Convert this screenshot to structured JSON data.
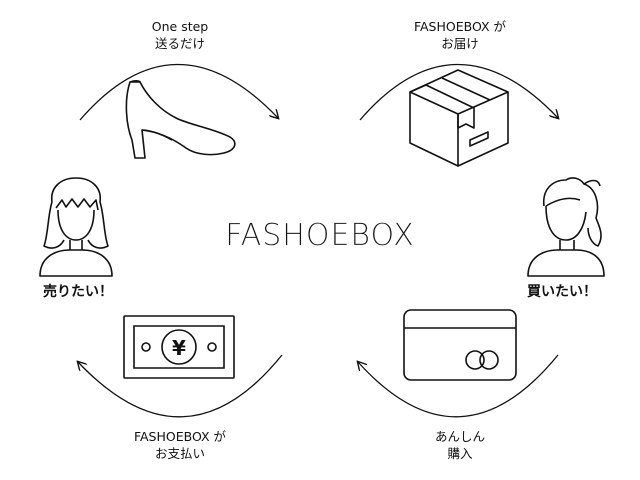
{
  "center": {
    "title": "FASHOEBOX"
  },
  "steps": {
    "send": {
      "line1": "One step",
      "line2": "送るだけ"
    },
    "deliver": {
      "line1": "FASHOEBOX が",
      "line2": "お届け"
    },
    "buy": {
      "line1": "あんしん",
      "line2": "購入"
    },
    "pay": {
      "line1": "FASHOEBOX が",
      "line2": "お支払い"
    }
  },
  "people": {
    "seller": {
      "label": "売りたい！"
    },
    "buyer": {
      "label": "買いたい！"
    }
  },
  "banknote": {
    "symbol": "¥"
  },
  "icons": [
    "high-heel-shoe-icon",
    "cardboard-box-icon",
    "woman-ponytail-icon",
    "credit-card-icon",
    "banknote-icon",
    "woman-short-hair-icon"
  ]
}
